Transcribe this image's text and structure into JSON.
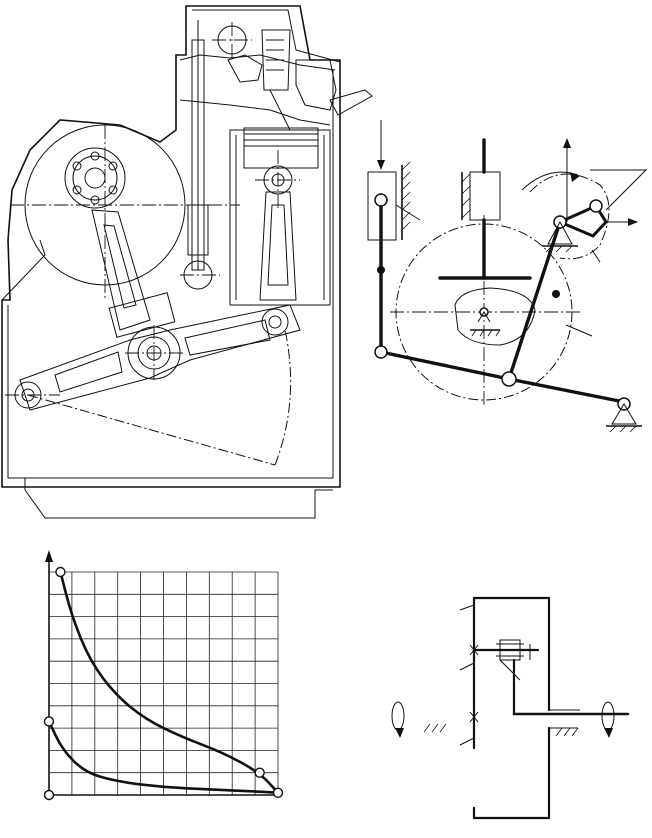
{
  "figures": {
    "engine_section": {
      "icon": "engine-cross-section"
    },
    "kinematic_scheme": {
      "icon": "linkage-kinematic-diagram"
    },
    "indicator_diagram": {
      "chart_data": {
        "type": "line",
        "title": "",
        "xlabel": "",
        "ylabel": "",
        "grid": true,
        "grid_columns": 10,
        "grid_rows": 10,
        "xlim": [
          0,
          10
        ],
        "ylim": [
          0,
          10
        ],
        "series": [
          {
            "values_xy": [
              [
                0.5,
                10
              ],
              [
                1.0,
                8.0
              ],
              [
                1.8,
                6.0
              ],
              [
                2.9,
                4.5
              ],
              [
                4.2,
                3.4
              ],
              [
                5.8,
                2.6
              ],
              [
                7.6,
                1.9
              ],
              [
                9.2,
                1.0
              ],
              [
                10,
                0.1
              ]
            ]
          },
          {
            "values_xy": [
              [
                0,
                3.3
              ],
              [
                0.6,
                2.0
              ],
              [
                1.6,
                1.0
              ],
              [
                3.0,
                0.6
              ],
              [
                5.0,
                0.35
              ],
              [
                7.0,
                0.25
              ],
              [
                9.2,
                0.15
              ],
              [
                10,
                0.1
              ]
            ]
          }
        ],
        "marked_points": [
          [
            0.5,
            10
          ],
          [
            0,
            3.3
          ],
          [
            9.2,
            1.0
          ],
          [
            10,
            0.1
          ],
          [
            0,
            0
          ]
        ]
      }
    },
    "gear_train": {
      "icon": "planetary-gear-scheme"
    }
  }
}
